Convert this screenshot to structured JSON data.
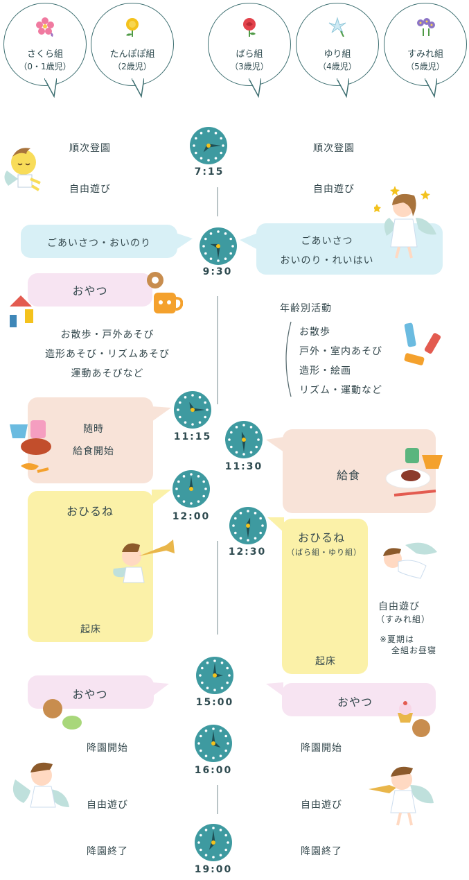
{
  "classes": [
    {
      "name": "さくら組",
      "age": "（0・1歳児）"
    },
    {
      "name": "たんぽぽ組",
      "age": "（2歳児）"
    },
    {
      "name": "ばら組",
      "age": "（3歳児）"
    },
    {
      "name": "ゆり組",
      "age": "（4歳児）"
    },
    {
      "name": "すみれ組",
      "age": "（5歳児）"
    }
  ],
  "times": {
    "t0715": "7:15",
    "t0930": "9:30",
    "t1115": "11:15",
    "t1130": "11:30",
    "t1200": "12:00",
    "t1230": "12:30",
    "t1500": "15:00",
    "t1600": "16:00",
    "t1900": "19:00"
  },
  "left": {
    "arrival": "順次登園",
    "free_play": "自由遊び",
    "greeting": "ごあいさつ・おいのり",
    "snack1": "おやつ",
    "act1": "お散歩・戸外あそび",
    "act2": "造形あそび・リズムあそび",
    "act3": "運動あそびなど",
    "lunch1": "随時",
    "lunch2": "給食開始",
    "nap": "おひるね",
    "wake": "起床",
    "snack2": "おやつ",
    "leave_start": "降園開始",
    "free_play2": "自由遊び",
    "leave_end": "降園終了"
  },
  "right": {
    "arrival": "順次登園",
    "free_play": "自由遊び",
    "greeting1": "ごあいさつ",
    "greeting2": "おいのり・れいはい",
    "age_activity": "年齢別活動",
    "act1": "お散歩",
    "act2": "戸外・室内あそび",
    "act3": "造形・絵画",
    "act4": "リズム・運動など",
    "lunch": "給食",
    "nap": "おひるね",
    "nap_note": "（ばら組・ゆり組）",
    "wake": "起床",
    "free_play_sumire": "自由遊び",
    "sumire_note": "（すみれ組）",
    "summer_note1": "※夏期は",
    "summer_note2": "全組お昼寝",
    "snack": "おやつ",
    "leave_start": "降園開始",
    "free_play2": "自由遊び",
    "leave_end": "降園終了"
  },
  "colors": {
    "clock": "#3e9aa0",
    "blue_box": "#d8f0f6",
    "pink_box": "#f7e4f2",
    "peach_box": "#f8e3d8",
    "yellow_box": "#fbf1a8"
  },
  "icons": [
    "sakura-flower-icon",
    "dandelion-icon",
    "rose-icon",
    "lily-icon",
    "violet-icon",
    "clock-icon",
    "angel-illustration"
  ]
}
